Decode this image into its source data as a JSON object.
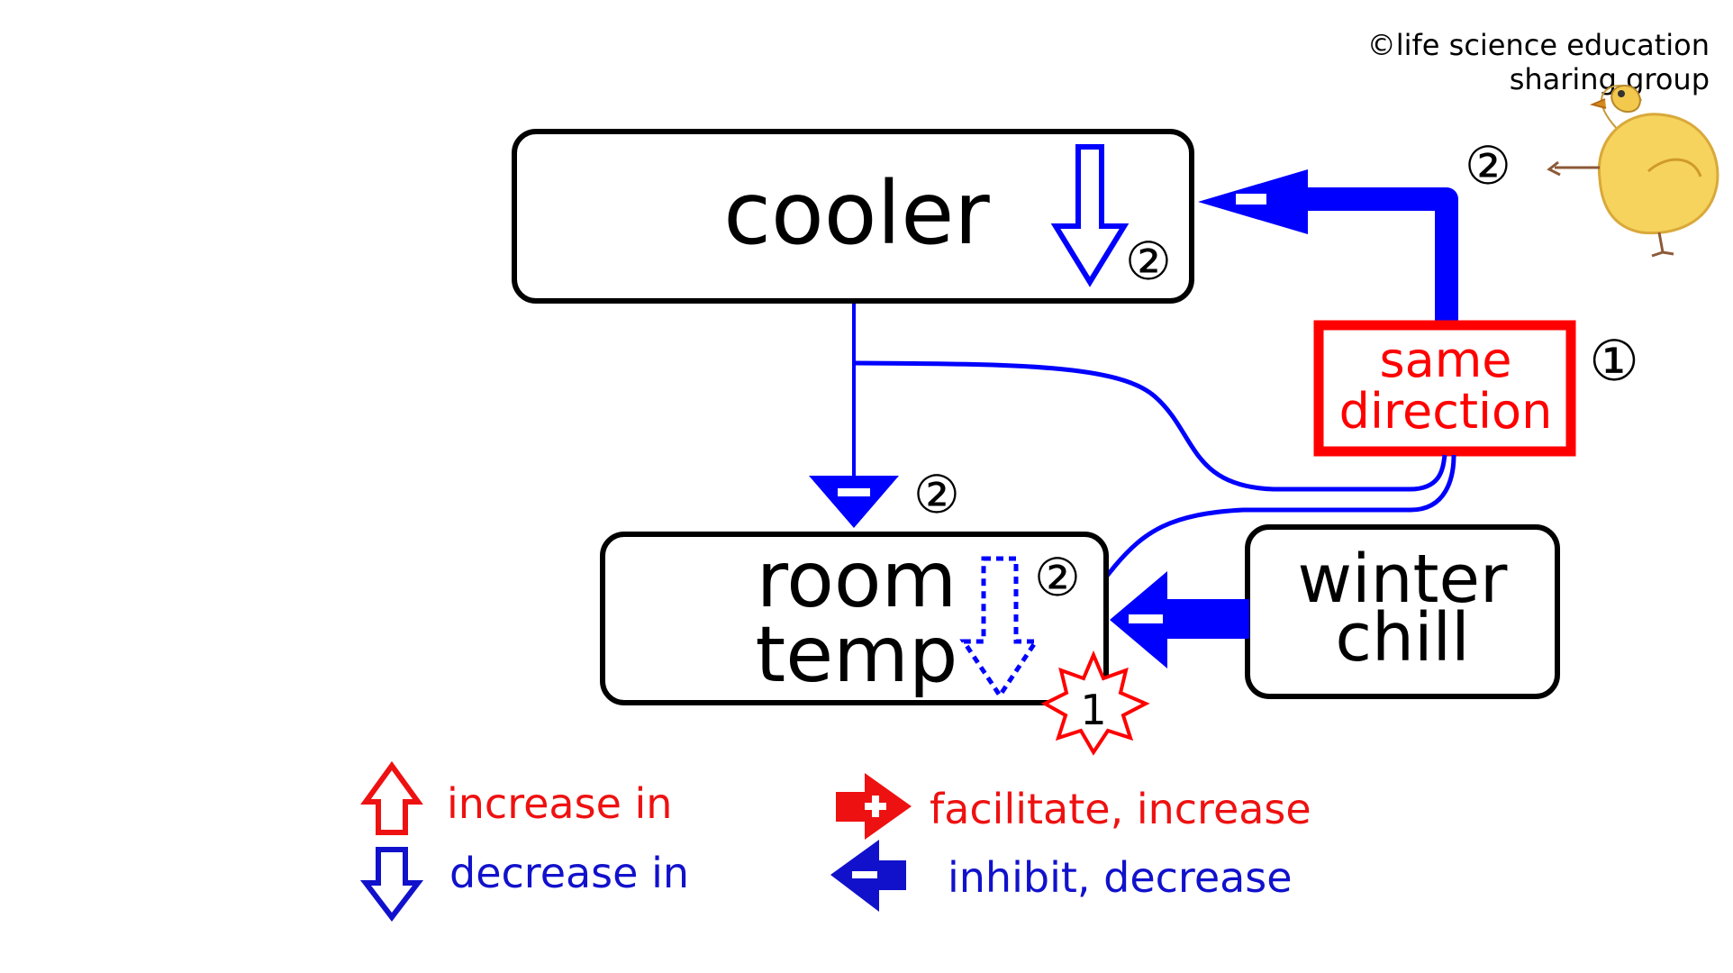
{
  "copyright": {
    "line1": "©life science education",
    "line2": "sharing group"
  },
  "nodes": {
    "cooler": {
      "label": "cooler"
    },
    "room": {
      "line1": "room",
      "line2": "temp"
    },
    "winter": {
      "line1": "winter",
      "line2": "chill"
    },
    "same_direction": {
      "line1": "same",
      "line2": "direction"
    }
  },
  "markers": {
    "cooler_step": "②",
    "top_right_step": "②",
    "same_direction_step": "①",
    "down_arrow_step": "②",
    "room_step": "②",
    "starburst_step": "1"
  },
  "legend": {
    "increase": "increase in",
    "decrease": "decrease in",
    "facilitate": "facilitate, increase",
    "inhibit": "inhibit, decrease"
  },
  "colors": {
    "red": "#ff0000",
    "blue": "#0000ff",
    "black": "#000000",
    "legend_red": "#ee1111",
    "legend_blue": "#1111cc"
  }
}
